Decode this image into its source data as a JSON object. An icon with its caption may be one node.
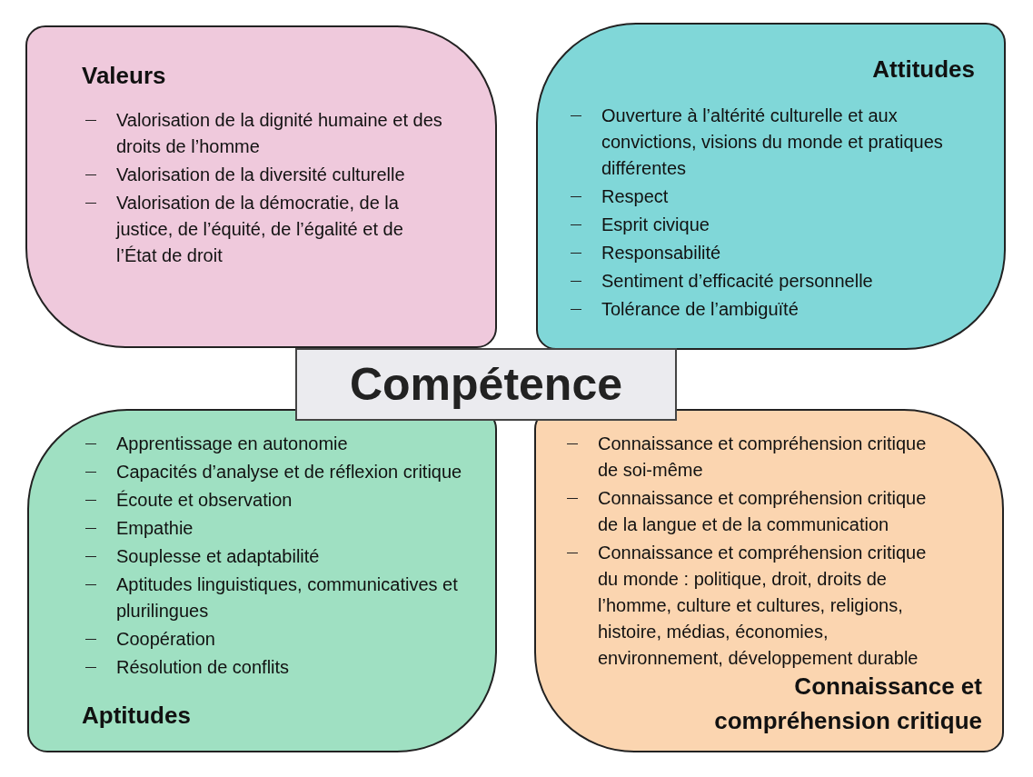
{
  "diagram": {
    "nodes": [
      {
        "text": [
          "Valeurs",
          "Valorisation de la dignité humaine et des droits de l’homme",
          "Valorisation de la diversité culturelle",
          "Valorisation de la démocratie, de la justice, de l’équité, de l’égalité et de l’État de droit"
        ]
      },
      {
        "text": [
          "Attitudes",
          "Ouverture à l’altérité culturelle et aux convictions, visions du monde et pratiques différentes",
          "Respect",
          "Esprit civique",
          "Responsabilité",
          "Sentiment d’efficacité personnelle",
          "Tolérance de l’ambiguïté"
        ]
      },
      {
        "text": [
          "Compétence"
        ]
      },
      {
        "text": [
          "Apprentissage en autonomie",
          "Capacités d’analyse et de réflexion critique",
          "Écoute et observation",
          "Empathie",
          "Souplesse et adaptabilité",
          "Aptitudes linguistiques, communicatives et plurilingues",
          "Coopération",
          "Résolution de conflits",
          "Aptitudes"
        ]
      },
      {
        "text": [
          "Connaissance et compréhension critique de soi-même",
          "Connaissance et compréhension critique de la langue et de la communication",
          "Connaissance et compréhension critique du monde : politique, droit, droits de l’homme, culture et cultures, religions, histoire, médias, économies, environnement, développement durable",
          "Connaissance et compréhension critique"
        ]
      }
    ],
    "edges": []
  }
}
